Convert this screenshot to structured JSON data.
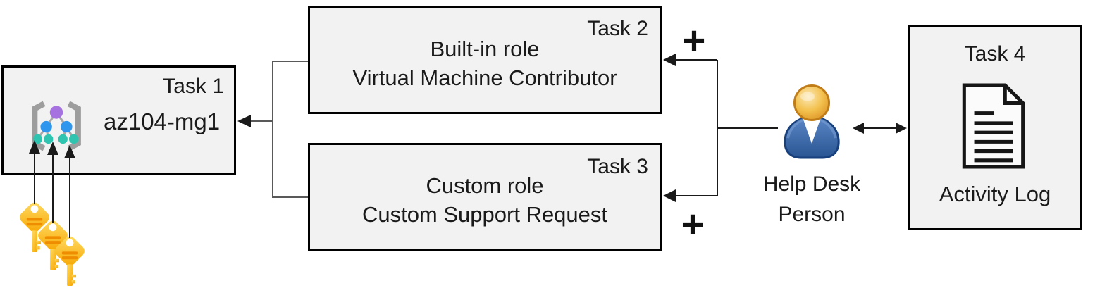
{
  "boxes": {
    "task1": {
      "label": "Task 1",
      "title": "az104-mg1"
    },
    "task2": {
      "label": "Task 2",
      "lines": [
        "Built-in role",
        "Virtual Machine Contributor"
      ]
    },
    "task3": {
      "label": "Task 3",
      "lines": [
        "Custom role",
        "Custom Support Request"
      ]
    },
    "task4": {
      "label": "Task 4",
      "caption": "Activity Log"
    }
  },
  "person": {
    "name_line1": "Help Desk",
    "name_line2": "Person"
  },
  "plus": {
    "top": "+",
    "bottom": "+"
  },
  "icons": {
    "management_group": "management-group-icon",
    "keys": "key-icon",
    "person": "person-icon",
    "document": "activity-log-document-icon"
  },
  "colors": {
    "box_fill": "#f2f2f2",
    "box_border": "#000000",
    "connector_black": "#1a1a1a",
    "branch_gray": "#595959",
    "key_gold_light": "#ffdd66",
    "key_gold_dark": "#f7a600",
    "key_stripe": "#ef8d00",
    "person_body_blue": "#2a5593",
    "person_head_orange": "#e8a33d",
    "mg_root_purple": "#a672e0",
    "mg_node_blue": "#2e96ec",
    "mg_leaf_teal": "#2ec4b0",
    "bracket_gray": "#9d9d9d"
  }
}
